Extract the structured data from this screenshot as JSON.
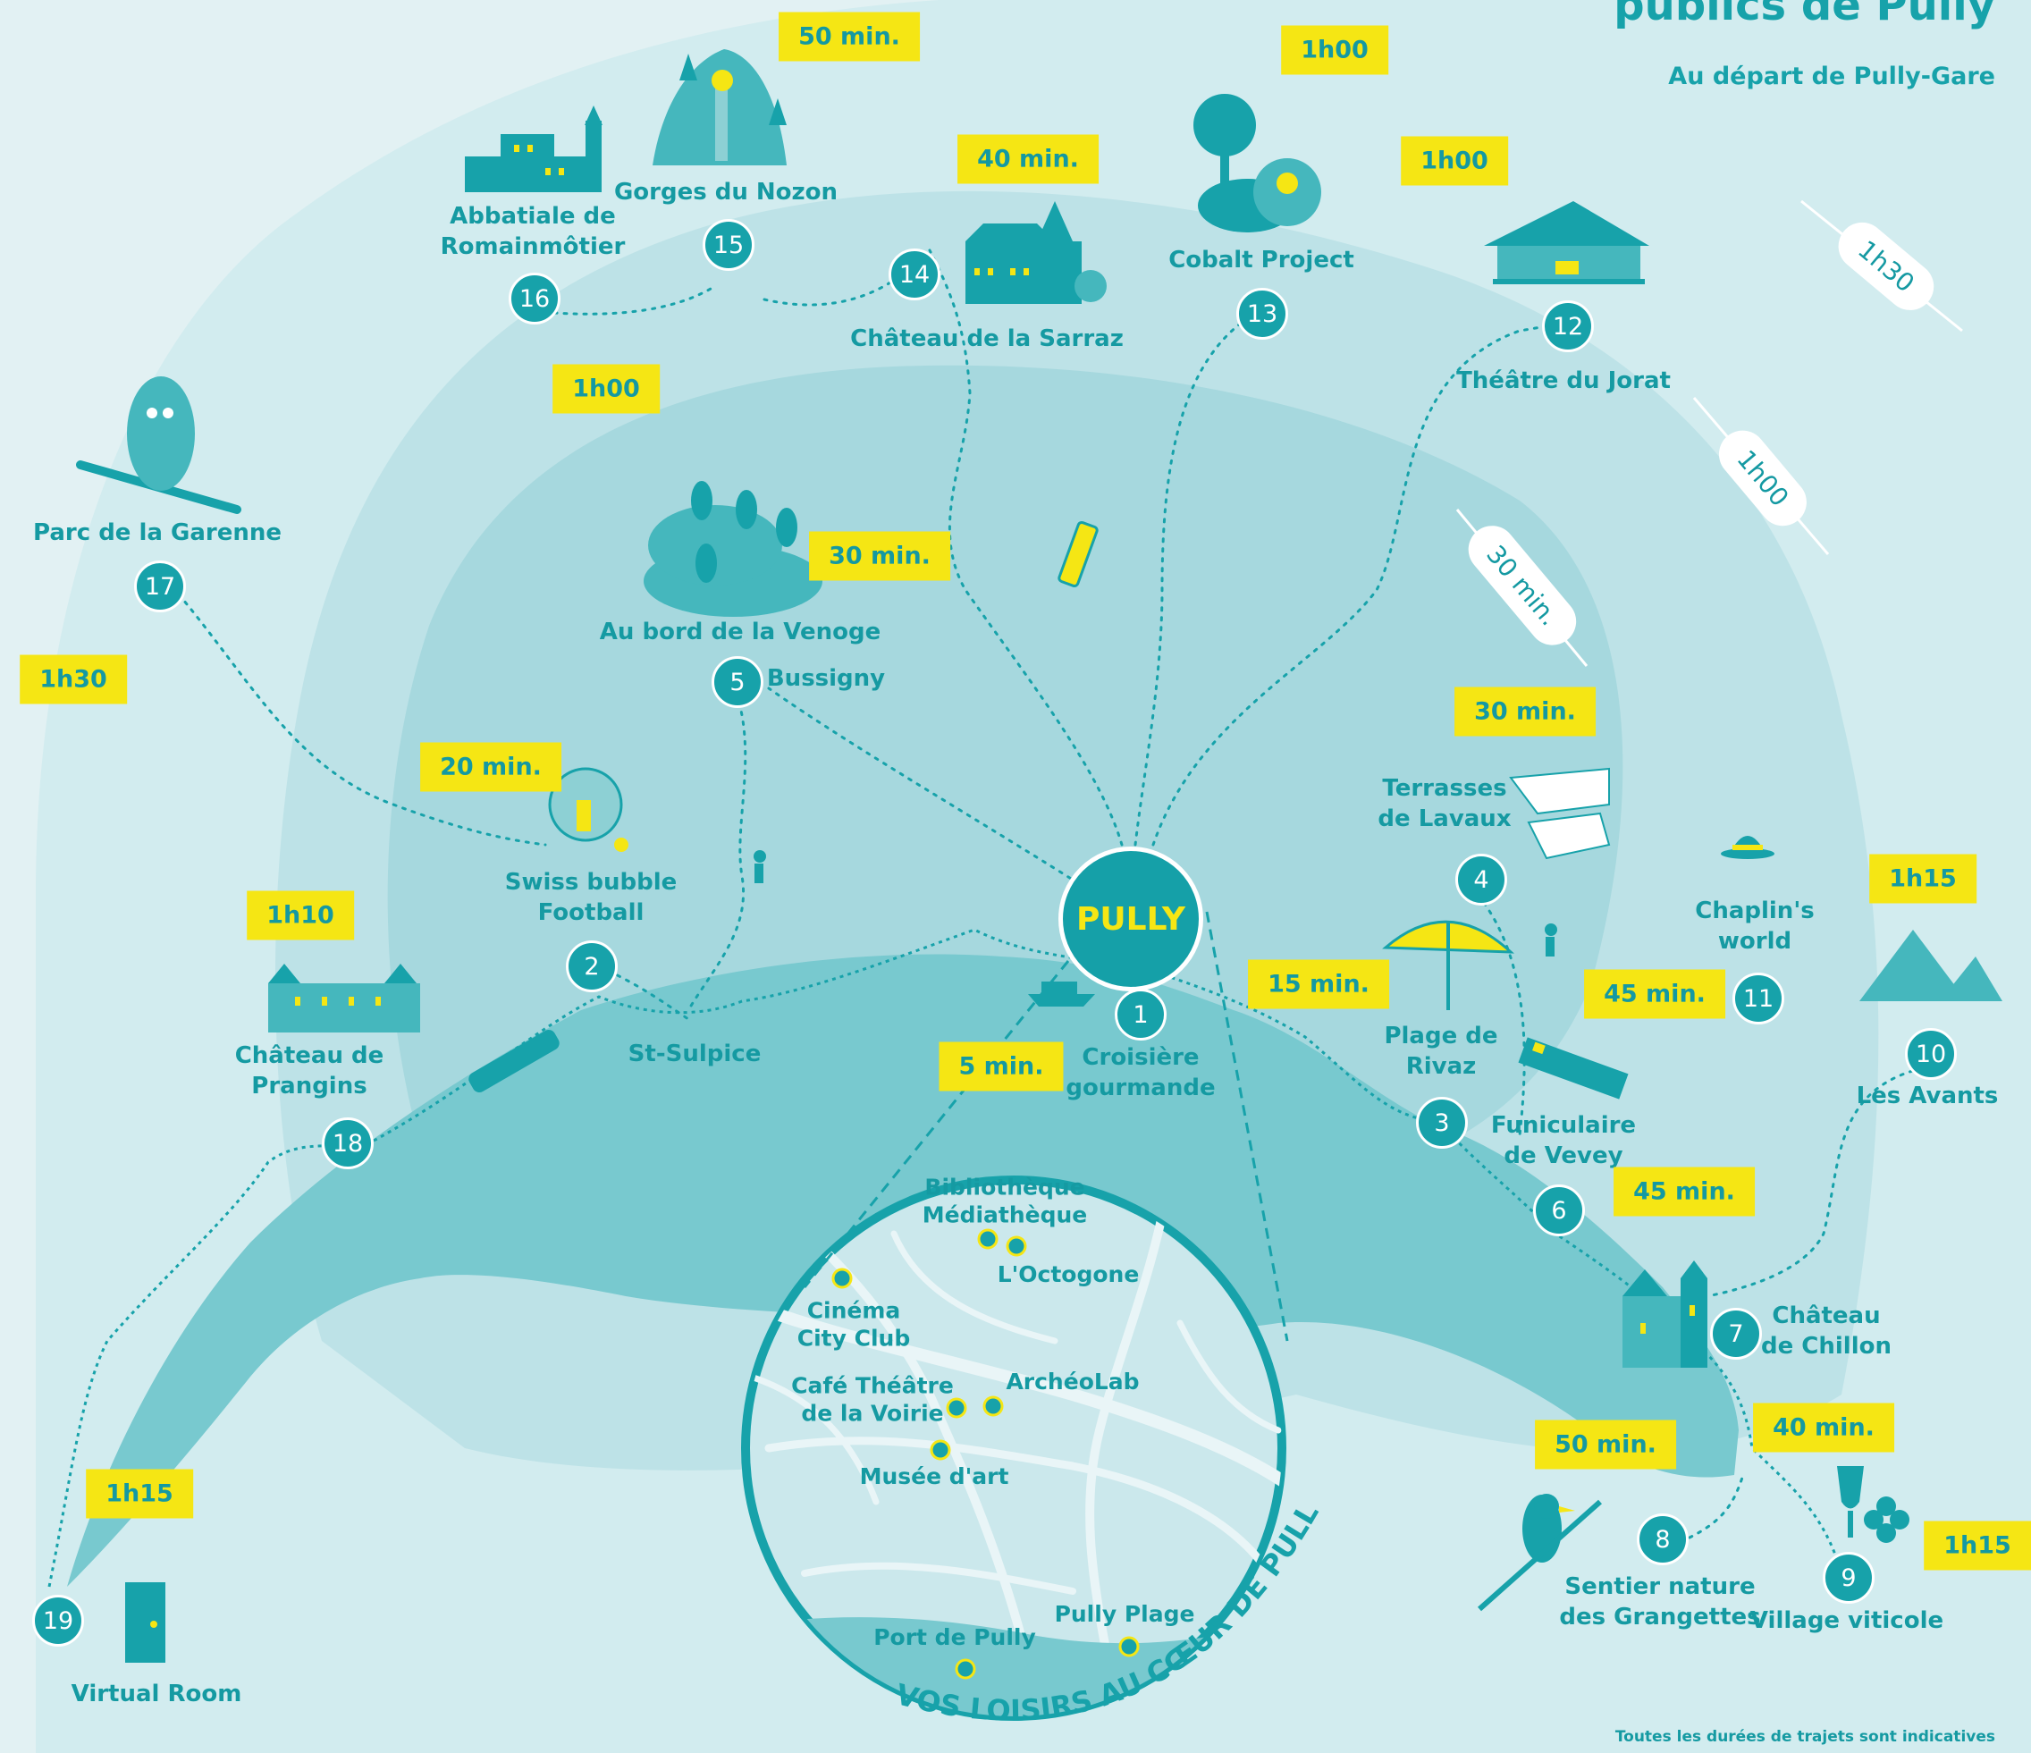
{
  "header": {
    "title": "publics de Pully",
    "subtitle": "Au départ de Pully-Gare"
  },
  "center": {
    "label": "PULLY"
  },
  "footnote": "Toutes les durées de trajets sont indicatives",
  "circle_caption": "VOS LOISIRS AU CŒUR DE PULLY",
  "colors": {
    "accent": "#17a2aa",
    "highlight": "#f5e614",
    "zone_outer": "#d2ecef",
    "zone_mid": "#bde2e7",
    "zone_inner": "#a6d8de",
    "lake": "#78c9cf"
  },
  "places": [
    {
      "num": "1",
      "name": "Croisière\ngourmande",
      "time": "5 min."
    },
    {
      "num": "2",
      "name": "Swiss bubble\nFootball",
      "time": "20 min."
    },
    {
      "num": "3",
      "name": "Plage de\nRivaz",
      "time": "15 min."
    },
    {
      "num": "4",
      "name": "Terrasses\nde Lavaux",
      "time": "30 min."
    },
    {
      "num": "5",
      "name": "Au bord de la Venoge",
      "time": "30 min."
    },
    {
      "num": "6",
      "name": "Funiculaire\nde Vevey",
      "time": "45 min."
    },
    {
      "num": "7",
      "name": "Château\nde Chillon",
      "time": "40 min."
    },
    {
      "num": "8",
      "name": "Sentier nature\ndes Grangettes",
      "time": "50 min."
    },
    {
      "num": "9",
      "name": "Village viticole",
      "time": "1h15"
    },
    {
      "num": "10",
      "name": "Les Avants",
      "time": "1h15"
    },
    {
      "num": "11",
      "name": "Chaplin's\nworld",
      "time": "45 min."
    },
    {
      "num": "12",
      "name": "Théâtre du Jorat",
      "time": "1h00"
    },
    {
      "num": "13",
      "name": "Cobalt Project",
      "time": "1h00"
    },
    {
      "num": "14",
      "name": "Château de la Sarraz",
      "time": "40 min."
    },
    {
      "num": "15",
      "name": "Gorges du Nozon",
      "time": "50 min."
    },
    {
      "num": "16",
      "name": "Abbatiale de\nRomainmôtier",
      "time": "1h00"
    },
    {
      "num": "17",
      "name": "Parc de la Garenne",
      "time": "1h30"
    },
    {
      "num": "18",
      "name": "Château de\nPrangins",
      "time": "1h10"
    },
    {
      "num": "19",
      "name": "Virtual Room",
      "time": "1h15"
    }
  ],
  "stops": {
    "bussigny": "Bussigny",
    "st_sulpice": "St-Sulpice"
  },
  "zones": [
    "30 min.",
    "1h00",
    "1h30"
  ],
  "pully_places": [
    "Bibliothèque\nMédiathèque",
    "L'Octogone",
    "Cinéma\nCity Club",
    "ArchéoLab",
    "Café Théâtre\nde la Voirie",
    "Musée d'art",
    "Pully Plage",
    "Port de Pully"
  ]
}
